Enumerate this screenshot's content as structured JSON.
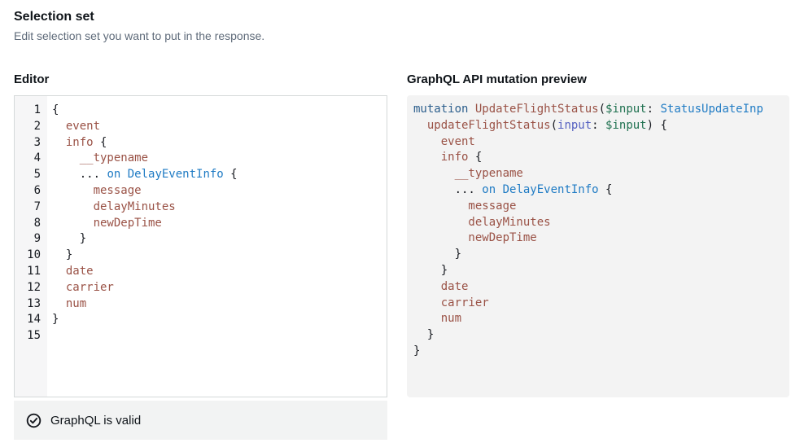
{
  "header": {
    "title": "Selection set",
    "subtitle": "Edit selection set you want to put in the response."
  },
  "colors": {
    "field": "#9a5246",
    "type": "#1f7bc4",
    "keyword": "#2d5f8d",
    "variable": "#1f7150",
    "argument": "#5561c1",
    "punctuation": "#16191f",
    "status_icon": "#16191f",
    "panel_background": "#f3f3f3",
    "gutter_background": "#f6f6f7",
    "status_background": "#f2f3f3"
  },
  "editor": {
    "label": "Editor",
    "lines": [
      {
        "n": "1",
        "tokens": [
          [
            "p",
            "{"
          ]
        ]
      },
      {
        "n": "2",
        "tokens": [
          [
            "f",
            "  event"
          ]
        ]
      },
      {
        "n": "3",
        "tokens": [
          [
            "f",
            "  info"
          ],
          [
            "p",
            " {"
          ]
        ]
      },
      {
        "n": "4",
        "tokens": [
          [
            "f",
            "    __typename"
          ]
        ]
      },
      {
        "n": "5",
        "tokens": [
          [
            "p",
            "    ... "
          ],
          [
            "t",
            "on"
          ],
          [
            "p",
            " "
          ],
          [
            "t",
            "DelayEventInfo"
          ],
          [
            "p",
            " {"
          ]
        ]
      },
      {
        "n": "6",
        "tokens": [
          [
            "f",
            "      message"
          ]
        ]
      },
      {
        "n": "7",
        "tokens": [
          [
            "f",
            "      delayMinutes"
          ]
        ]
      },
      {
        "n": "8",
        "tokens": [
          [
            "f",
            "      newDepTime"
          ]
        ]
      },
      {
        "n": "9",
        "tokens": [
          [
            "p",
            "    }"
          ]
        ]
      },
      {
        "n": "10",
        "tokens": [
          [
            "p",
            "  }"
          ]
        ]
      },
      {
        "n": "11",
        "tokens": [
          [
            "f",
            "  date"
          ]
        ]
      },
      {
        "n": "12",
        "tokens": [
          [
            "f",
            "  carrier"
          ]
        ]
      },
      {
        "n": "13",
        "tokens": [
          [
            "f",
            "  num"
          ]
        ]
      },
      {
        "n": "14",
        "tokens": [
          [
            "p",
            "}"
          ]
        ]
      },
      {
        "n": "15",
        "tokens": []
      }
    ],
    "status": {
      "icon": "check-circle-icon",
      "text": "GraphQL is valid"
    }
  },
  "preview": {
    "label": "GraphQL API mutation preview",
    "lines": [
      {
        "tokens": [
          [
            "k",
            "mutation"
          ],
          [
            "p",
            " "
          ],
          [
            "f",
            "UpdateFlightStatus"
          ],
          [
            "p",
            "("
          ],
          [
            "v",
            "$input"
          ],
          [
            "p",
            ": "
          ],
          [
            "t",
            "StatusUpdateInp"
          ]
        ]
      },
      {
        "tokens": [
          [
            "f",
            "  updateFlightStatus"
          ],
          [
            "p",
            "("
          ],
          [
            "a",
            "input"
          ],
          [
            "p",
            ": "
          ],
          [
            "v",
            "$input"
          ],
          [
            "p",
            ") {"
          ]
        ]
      },
      {
        "tokens": [
          [
            "f",
            "    event"
          ]
        ]
      },
      {
        "tokens": [
          [
            "f",
            "    info"
          ],
          [
            "p",
            " {"
          ]
        ]
      },
      {
        "tokens": [
          [
            "f",
            "      __typename"
          ]
        ]
      },
      {
        "tokens": [
          [
            "p",
            "      ... "
          ],
          [
            "t",
            "on"
          ],
          [
            "p",
            " "
          ],
          [
            "t",
            "DelayEventInfo"
          ],
          [
            "p",
            " {"
          ]
        ]
      },
      {
        "tokens": [
          [
            "f",
            "        message"
          ]
        ]
      },
      {
        "tokens": [
          [
            "f",
            "        delayMinutes"
          ]
        ]
      },
      {
        "tokens": [
          [
            "f",
            "        newDepTime"
          ]
        ]
      },
      {
        "tokens": [
          [
            "p",
            "      }"
          ]
        ]
      },
      {
        "tokens": [
          [
            "p",
            "    }"
          ]
        ]
      },
      {
        "tokens": [
          [
            "f",
            "    date"
          ]
        ]
      },
      {
        "tokens": [
          [
            "f",
            "    carrier"
          ]
        ]
      },
      {
        "tokens": [
          [
            "f",
            "    num"
          ]
        ]
      },
      {
        "tokens": [
          [
            "p",
            "  }"
          ]
        ]
      },
      {
        "tokens": [
          [
            "p",
            "}"
          ]
        ]
      }
    ]
  }
}
